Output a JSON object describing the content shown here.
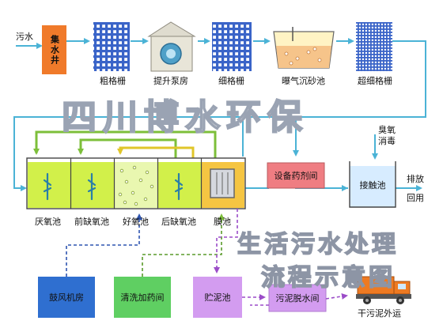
{
  "inlet": "污水",
  "stages": {
    "collection_well": "集水井",
    "coarse_screen": "粗格栅",
    "lift_pump": "提升泵房",
    "fine_screen": "细格栅",
    "aerated_grit": "曝气沉砂池",
    "ultrafine_screen": "超细格栅"
  },
  "tanks": {
    "anaerobic": "厌氧池",
    "pre_anoxic": "前缺氧池",
    "aerobic": "好氧池",
    "post_anoxic": "后缺氧池",
    "membrane": "膜池"
  },
  "disinfection": {
    "agent_l1": "臭氧",
    "agent_l2": "消毒"
  },
  "dosing_room": "设备药剂间",
  "contact_tank": "接触池",
  "outlets": {
    "discharge": "排放",
    "reuse": "回用"
  },
  "blower_room": "鼓风机房",
  "cleaning_dosing": "清洗加药间",
  "sludge_tank": "贮泥池",
  "dewatering_room": "污泥脱水间",
  "sludge_out": "干污泥外运",
  "watermark": {
    "company": "四川博水环保",
    "title_l1": "生活污水处理",
    "title_l2": "流程示意图"
  },
  "colors": {
    "flow_arrow": "#4bb3d6",
    "collection_well": "#f07a2a",
    "screen_grid": "#3a64c8",
    "tank_fill": "#d2f04a",
    "membrane_tank": "#f5c542",
    "process_box": "#ef7d82",
    "contact_box": "#d7ecff",
    "blower_box": "#2f6fd0",
    "cleaning_box": "#5fcf62",
    "sludge_box": "#d39cf0",
    "recycle_green": "#7dbf3a",
    "recycle_yellow": "#f0e63a",
    "air_line": "#2f55b0",
    "sludge_line": "#b05cd6",
    "truck": "#ee7a22"
  }
}
